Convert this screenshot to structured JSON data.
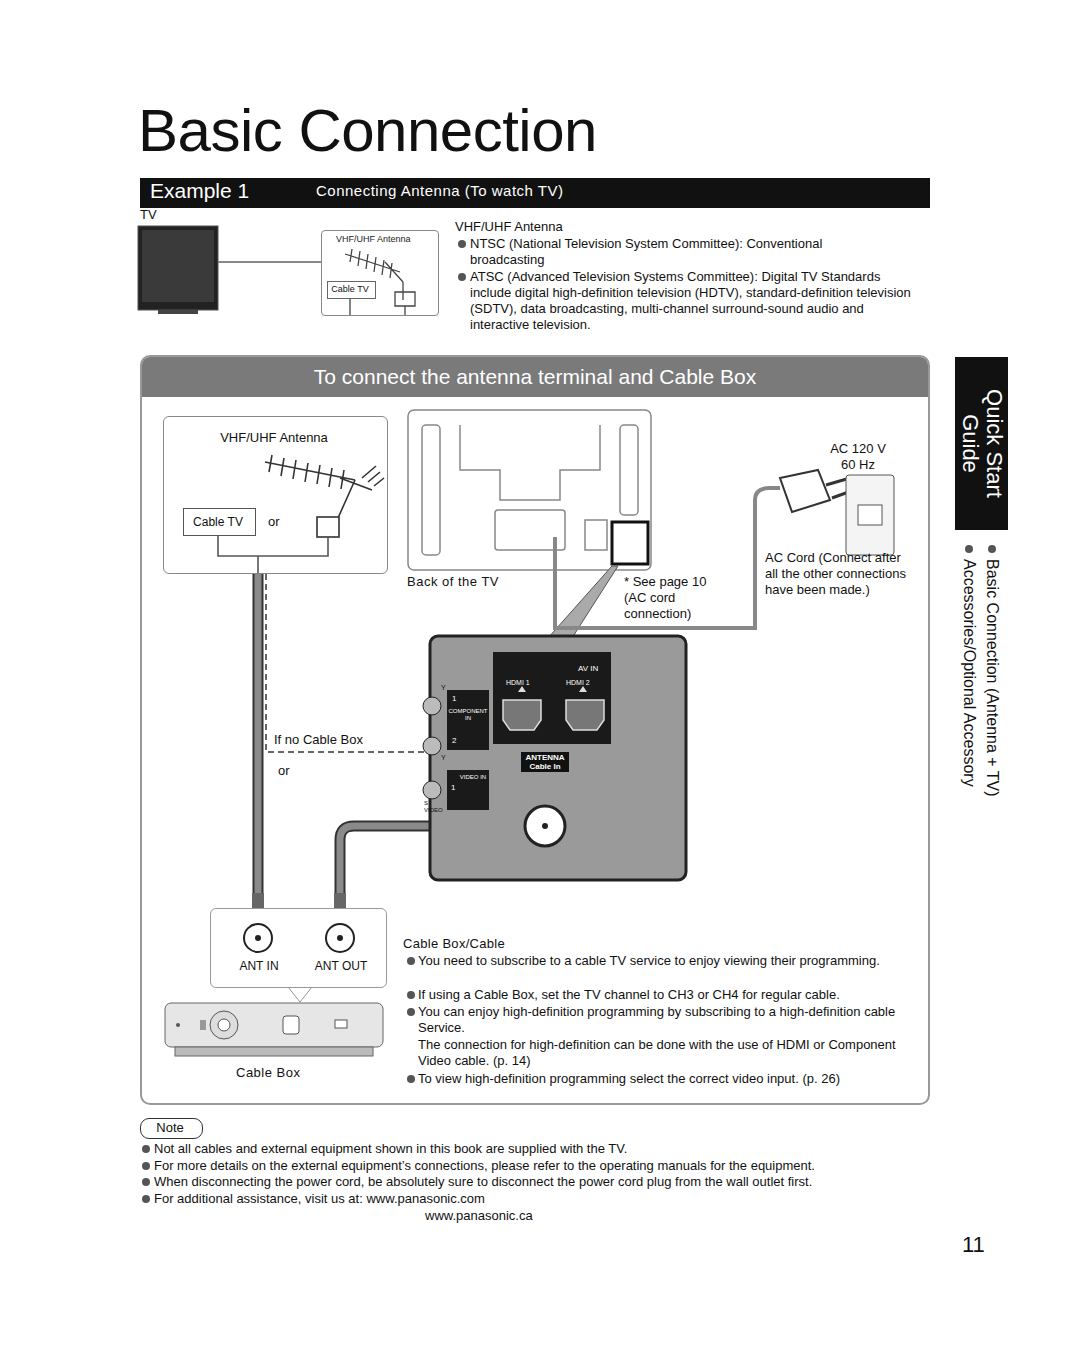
{
  "diagram": {
    "title": "Basic Connection",
    "nodes": [
      {
        "text": [
          "Example 1",
          "Connecting Antenna (To watch TV)"
        ]
      },
      {
        "text": [
          "VHF/UHF Antenna"
        ]
      },
      {
        "text": [
          "Cable TV"
        ],
        "in": 1
      },
      {
        "text": [
          "To connect the antenna terminal and Cable Box"
        ]
      },
      {
        "text": [
          "VHF/UHF Antenna"
        ],
        "in": 3
      },
      {
        "text": [
          "Cable TV"
        ],
        "in": 4
      },
      {
        "text": [
          "ANTENNA Cable In"
        ],
        "in": 3
      },
      {
        "text": [
          "ANT IN",
          "ANT OUT"
        ],
        "in": 3
      },
      {
        "text": [
          "Quick Start Guide"
        ]
      },
      {
        "text": [
          "Note"
        ]
      }
    ],
    "edges": [
      {
        "from": 4,
        "to": 7,
        "arrow": "none"
      },
      {
        "from": 7,
        "to": 6,
        "arrow": "to"
      },
      {
        "from": 4,
        "to": 6,
        "arrow": "none",
        "label": "If no Cable Box"
      }
    ],
    "labels": [
      "TV",
      "VHF/UHF Antenna",
      "NTSC (National Television System Committee): Conventional broadcasting",
      "ATSC (Advanced Television Systems Committee): Digital TV Standards include digital high-definition television (HDTV), standard-definition television (SDTV), data broadcasting, multi-channel surround-sound audio and interactive television.",
      "AC 120 V 60 Hz",
      "Back of the TV",
      "* See page 10 (AC cord connection)",
      "AC Cord (Connect after all the other connections have been made.)",
      "or",
      "or",
      "AV IN",
      "HDMI 1",
      "HDMI 2",
      "Y",
      "1",
      "COMPONENT IN",
      "2",
      "Y",
      "S VIDEO",
      "1",
      "VIDEO IN",
      "Cable Box",
      "Cable Box/Cable",
      "You need to subscribe to a cable TV service to enjoy viewing their programming.",
      "If using a Cable Box, set the TV channel to CH3 or CH4 for regular cable.",
      "You can enjoy high-definition programming by subscribing to a high-definition cable Service.",
      "The connection for high-definition can be done with the use of HDMI or Component Video cable. (p. 14)",
      "To view high-definition programming select the correct video input. (p. 26)",
      "Basic Connection (Antenna + TV)",
      "Accessories/Optional Accessory",
      "Not all cables and external equipment shown in this book are supplied with the TV.",
      "For more details on the external equipment’s connections, please refer to the operating manuals for the equipment.",
      "When disconnecting the power cord, be absolutely sure to disconnect the power cord plug from the wall outlet first.",
      "For additional assistance, visit us at: www.panasonic.com",
      "www.panasonic.ca",
      "11"
    ]
  }
}
